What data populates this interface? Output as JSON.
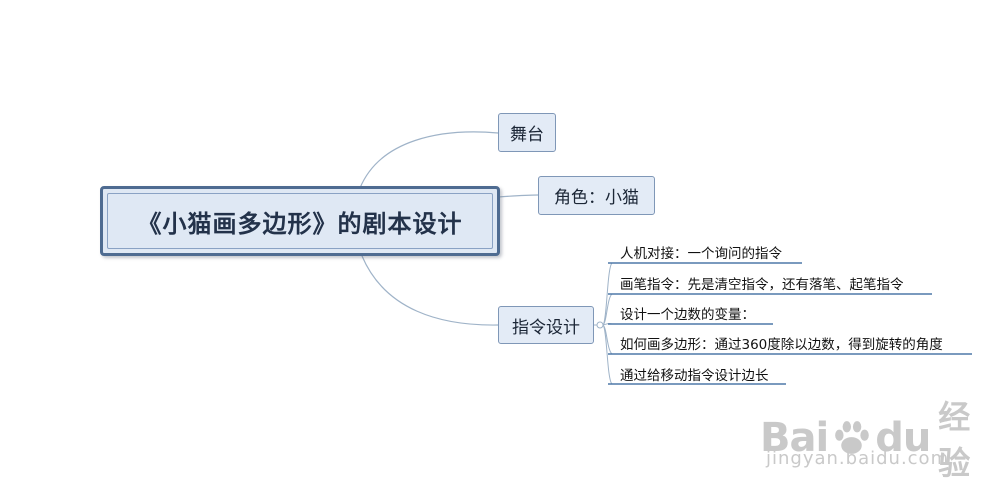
{
  "mindmap": {
    "central": "《小猫画多边形》的剧本设计",
    "branches": [
      {
        "label": "舞台"
      },
      {
        "label": "角色：小猫"
      },
      {
        "label": "指令设计"
      }
    ],
    "leaves": [
      "人机对接：一个询问的指令",
      "画笔指令：先是清空指令，还有落笔、起笔指令",
      "设计一个边数的变量：",
      "如何画多边形：通过360度除以边数，得到旋转的角度",
      "通过给移动指令设计边长"
    ]
  },
  "watermark": {
    "bai": "Bai",
    "du": "du",
    "jingyan": "经验",
    "url": "jingyan.baidu.com"
  },
  "colors": {
    "central_border": "#4e6b91",
    "central_fill": "#dfe8f4",
    "node_border": "#7f97b7",
    "node_fill": "#e3ebf6",
    "connector": "#9fb3c8",
    "leaf_underline": "#4f79a8",
    "watermark": "#c9c9c9"
  }
}
